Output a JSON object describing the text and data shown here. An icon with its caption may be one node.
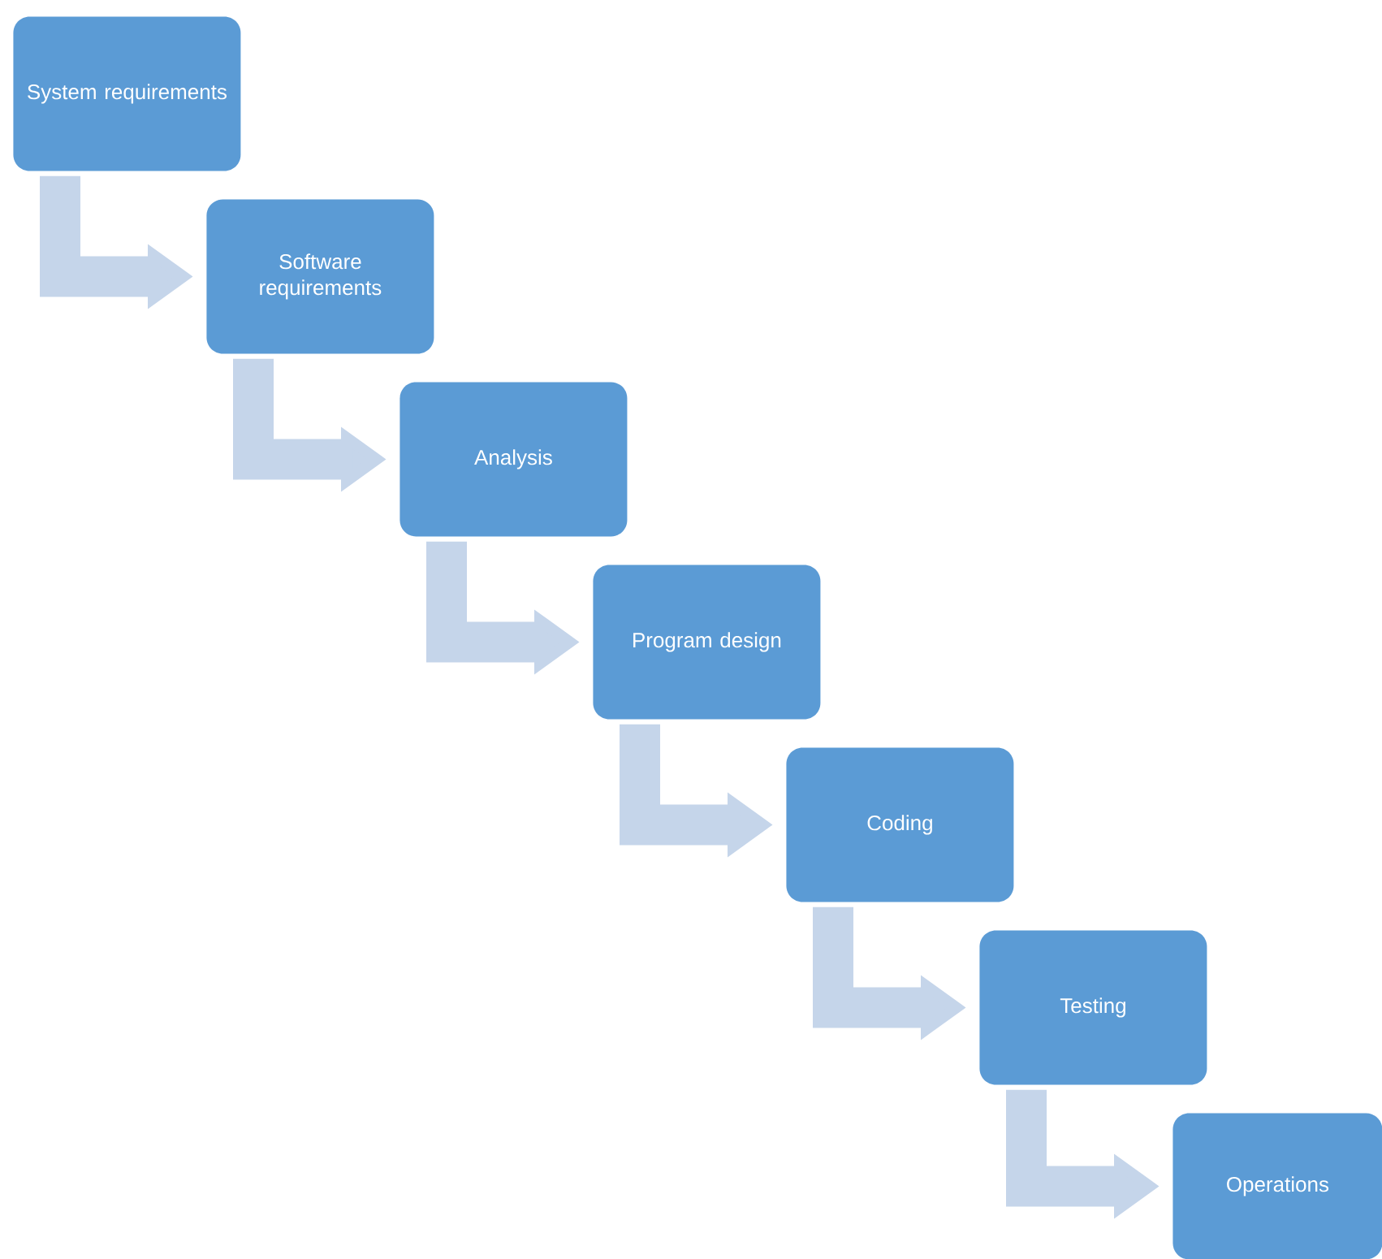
{
  "diagram": {
    "nodes": [
      {
        "text": [
          "System requirements"
        ]
      },
      {
        "text": [
          "Software requirements"
        ]
      },
      {
        "text": [
          "Analysis"
        ]
      },
      {
        "text": [
          "Program design"
        ]
      },
      {
        "text": [
          "Coding"
        ]
      },
      {
        "text": [
          "Testing"
        ]
      },
      {
        "text": [
          "Operations"
        ]
      }
    ],
    "edges": [
      {
        "from": 0,
        "to": 1,
        "arrow": "to"
      },
      {
        "from": 1,
        "to": 2,
        "arrow": "to"
      },
      {
        "from": 2,
        "to": 3,
        "arrow": "to"
      },
      {
        "from": 3,
        "to": 4,
        "arrow": "to"
      },
      {
        "from": 4,
        "to": 5,
        "arrow": "to"
      },
      {
        "from": 5,
        "to": 6,
        "arrow": "to"
      }
    ]
  }
}
